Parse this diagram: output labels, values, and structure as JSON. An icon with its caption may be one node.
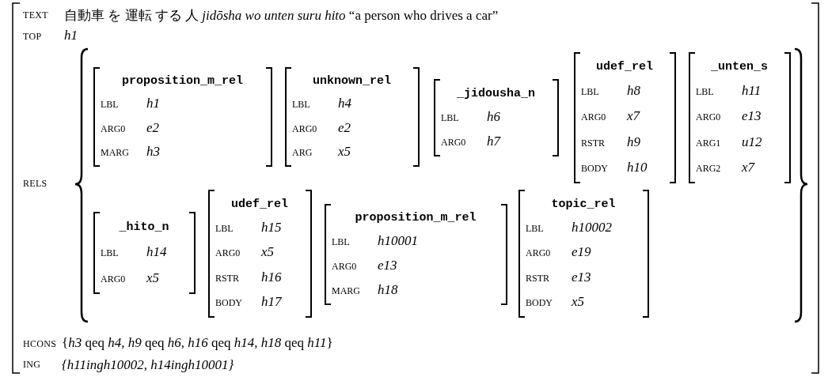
{
  "diagram": {
    "nodes": [
      {
        "text": [
          "TEXT",
          "自動車 を 運転 する 人 *jidōsha wo unten suru hito* “a person who drives a car”",
          "TOP",
          "h1",
          "RELS",
          "HCONS",
          "{*h3* qeq *h4*, *h9* qeq *h6*, *h16* qeq *h14*, *h18* qeq *h11*}",
          "ING",
          "{h11ingh10002, h14ingh10001}"
        ]
      },
      {
        "text": [
          "proposition_m_rel",
          "LBL",
          "h1",
          "ARG0",
          "e2",
          "MARG",
          "h3"
        ],
        "in": 0
      },
      {
        "text": [
          "unknown_rel",
          "LBL",
          "h4",
          "ARG0",
          "e2",
          "ARG",
          "x5"
        ],
        "in": 0
      },
      {
        "text": [
          "_jidousha_n",
          "LBL",
          "h6",
          "ARG0",
          "h7"
        ],
        "in": 0
      },
      {
        "text": [
          "udef_rel",
          "LBL",
          "h8",
          "ARG0",
          "x7",
          "RSTR",
          "h9",
          "BODY",
          "h10"
        ],
        "in": 0
      },
      {
        "text": [
          "_unten_s",
          "LBL",
          "h11",
          "ARG0",
          "e13",
          "ARG1",
          "u12",
          "ARG2",
          "x7"
        ],
        "in": 0
      },
      {
        "text": [
          "_hito_n",
          "LBL",
          "h14",
          "ARG0",
          "x5"
        ],
        "in": 0
      },
      {
        "text": [
          "udef_rel",
          "LBL",
          "h15",
          "ARG0",
          "x5",
          "RSTR",
          "h16",
          "BODY",
          "h17"
        ],
        "in": 0
      },
      {
        "text": [
          "proposition_m_rel",
          "LBL",
          "h10001",
          "ARG0",
          "e13",
          "MARG",
          "h18"
        ],
        "in": 0
      },
      {
        "text": [
          "topic_rel",
          "LBL",
          "h10002",
          "ARG0",
          "e19",
          "RSTR",
          "e13",
          "BODY",
          "x5"
        ],
        "in": 0
      }
    ],
    "edges": []
  }
}
